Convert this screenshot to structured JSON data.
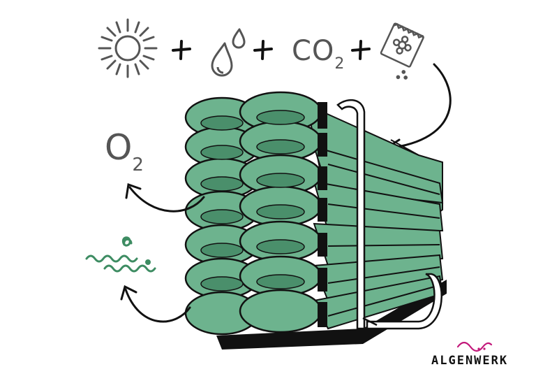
{
  "formula": {
    "plus": "+",
    "co2_main": "CO",
    "co2_sub": "2"
  },
  "outputs": {
    "o2_main": "O",
    "o2_sub": "2"
  },
  "logo": {
    "wordmark": "ALGENWERK",
    "accent_color": "#c2187a"
  },
  "colors": {
    "tube": "#6db38e",
    "tube_dark": "#4a8f6b",
    "ink": "#111111",
    "icon_gray": "#555555",
    "algae": "#3d8c62"
  },
  "icons": [
    "sun-icon",
    "water-drops-icon",
    "nutrient-packet-icon",
    "algae-strand-icon"
  ]
}
